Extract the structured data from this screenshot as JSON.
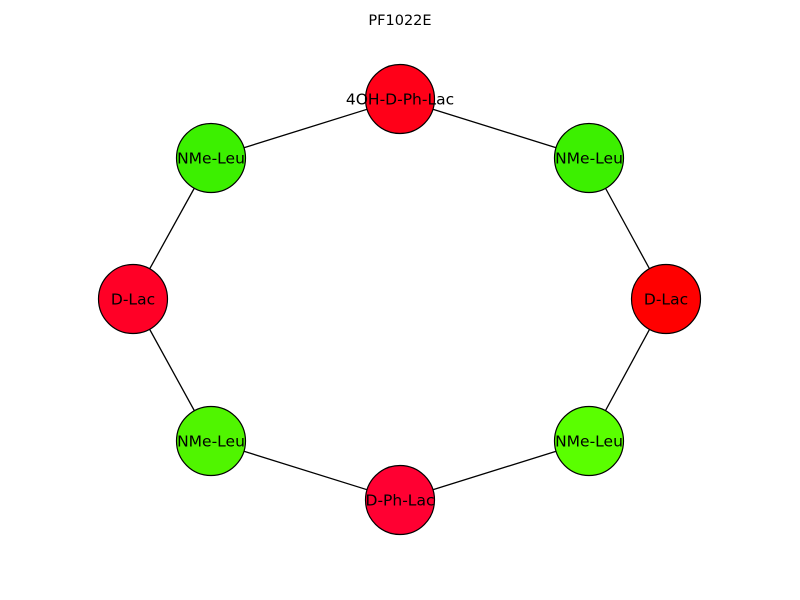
{
  "title": "PF1022E",
  "nodes": [
    {
      "id": "n0",
      "label": "4OH-D-Ph-Lac",
      "color": "#ff0018"
    },
    {
      "id": "n1",
      "label": "NMe-Leu",
      "color": "#3cf000"
    },
    {
      "id": "n2",
      "label": "D-Lac",
      "color": "#ff0000"
    },
    {
      "id": "n3",
      "label": "NMe-Leu",
      "color": "#5aff00"
    },
    {
      "id": "n4",
      "label": "D-Ph-Lac",
      "color": "#ff0032"
    },
    {
      "id": "n5",
      "label": "NMe-Leu",
      "color": "#50f500"
    },
    {
      "id": "n6",
      "label": "D-Lac",
      "color": "#ff0026"
    },
    {
      "id": "n7",
      "label": "NMe-Leu",
      "color": "#3cf000"
    }
  ],
  "edges": [
    [
      "n0",
      "n1"
    ],
    [
      "n1",
      "n2"
    ],
    [
      "n2",
      "n3"
    ],
    [
      "n3",
      "n4"
    ],
    [
      "n4",
      "n5"
    ],
    [
      "n5",
      "n6"
    ],
    [
      "n6",
      "n7"
    ],
    [
      "n7",
      "n0"
    ]
  ]
}
